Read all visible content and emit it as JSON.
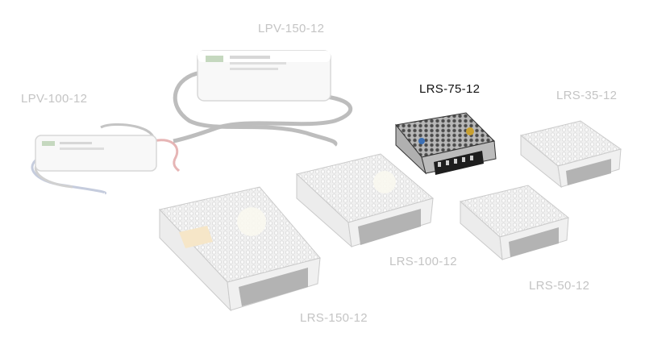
{
  "products": [
    {
      "id": "lpv-150-12",
      "label": "LPV-150-12",
      "selected": false
    },
    {
      "id": "lpv-100-12",
      "label": "LPV-100-12",
      "selected": false
    },
    {
      "id": "lrs-75-12",
      "label": "LRS-75-12",
      "selected": true
    },
    {
      "id": "lrs-35-12",
      "label": "LRS-35-12",
      "selected": false
    },
    {
      "id": "lrs-100-12",
      "label": "LRS-100-12",
      "selected": false
    },
    {
      "id": "lrs-50-12",
      "label": "LRS-50-12",
      "selected": false
    },
    {
      "id": "lrs-150-12",
      "label": "LRS-150-12",
      "selected": false
    }
  ],
  "colors": {
    "label_inactive": "#c4c4c4",
    "label_active": "#111111",
    "mesh": "#9a9a9a",
    "terminal": "#1e1e1e",
    "driver_body": "#eeeeee",
    "cable": "#555555"
  }
}
